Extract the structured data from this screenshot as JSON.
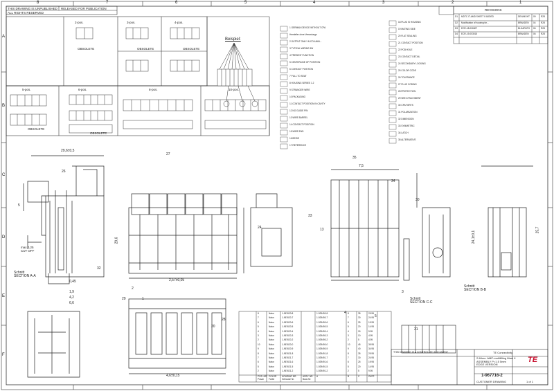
{
  "frame": {
    "col_labels": [
      "8",
      "7",
      "6",
      "5",
      "4",
      "3",
      "2",
      "1"
    ],
    "row_labels": [
      "A",
      "B",
      "C",
      "D",
      "E",
      "F"
    ]
  },
  "sections": {
    "a_a": "Schnitt\nSECTION A-A",
    "b_b": "Schnitt\nSECTION B-B",
    "c_c": "Schnitt\nSECTION C-C",
    "beispiel": "Beispiel:"
  },
  "cutoff": "max 0,25\nCUT OFF",
  "dims": {
    "overall_width": "29,6±0,5",
    "height_29_6": "29,6",
    "d_1_9": "1,9",
    "d_0_45": "0,45",
    "d_4_2": "4,2",
    "d_6_6": "6,6",
    "d_4_6": "4,6±0,15",
    "d_25_7": "25,7",
    "d_24_1": "24,1±0,1",
    "d_7_5": "7,5",
    "d_2_57": "2,57±0,05",
    "d_5": "5"
  },
  "pos_labels": {
    "p2": "2-pos.",
    "p3": "3-pos.",
    "p4": "4-pos.",
    "p5": "5-pos.",
    "p6": "6-pos.",
    "p8": "8-pos.",
    "p10": "10-pos."
  },
  "obsolete": "OBSOLETE",
  "table": {
    "headers": [
      "POS.-NR.\nPosan",
      "COLOR\nFarbe",
      "HOUSING NR.\nGehause Nr.",
      "ASSY. NR.\nBaus Nr.",
      "A",
      "B",
      "C",
      "ZUST."
    ],
    "rows": [
      [
        "8",
        "Natur",
        "1-967620-8",
        "",
        "1-929490-8",
        "8",
        "35",
        "29.55"
      ],
      [
        "7",
        "Natur",
        "1-967620-7",
        "",
        "1-929490-7",
        "7",
        "30",
        "24.95"
      ],
      [
        "6",
        "Natur",
        "1-967620-6",
        "",
        "1-929490-6",
        "6",
        "25",
        "19.95"
      ],
      [
        "5",
        "Natur",
        "1-967620-5",
        "",
        "1-929490-5",
        "5",
        "20",
        "14.95"
      ],
      [
        "4",
        "Natur",
        "1-967620-4",
        "",
        "1-929490-4",
        "4",
        "15",
        "9.95"
      ],
      [
        "3",
        "Natur",
        "1-967620-3",
        "",
        "1-929490-3",
        "3",
        "10",
        "4.95"
      ],
      [
        "2",
        "Natur",
        "1-967620-2",
        "",
        "1-929490-2",
        "2",
        "5",
        "4.95"
      ],
      [
        "10",
        "Natur",
        "1-967620-0",
        "",
        "1-929490-0",
        "10",
        "45",
        "39.95"
      ],
      [
        "9",
        "Natur",
        "1-967620-9",
        "",
        "1-929490-9",
        "9",
        "40",
        "34.95"
      ],
      [
        "8",
        "Natur",
        "1-967621-8",
        "",
        "1-929491-8",
        "8",
        "35",
        "29.95"
      ],
      [
        "7",
        "Natur",
        "1-967621-7",
        "",
        "1-929491-7",
        "7",
        "30",
        "24.95"
      ],
      [
        "6",
        "Natur",
        "1-967621-6",
        "",
        "1-929491-6",
        "6",
        "25",
        "19.95"
      ],
      [
        "5",
        "Natur",
        "1-967621-5",
        "",
        "1-929491-5",
        "5",
        "20",
        "14.95"
      ],
      [
        "2",
        "Natur",
        "1-967621-2",
        "",
        "1-929491-2",
        "2",
        "5",
        "9.95"
      ]
    ]
  },
  "titleblock": {
    "company": "TE Connectivity",
    "logo": "TE",
    "title": "2-Micro. AMP-multilifting Mark II\nASSEMBLY P=1.5 5mm\nEDGE VERSION",
    "drawing_no": "1-967716-2",
    "customer": "CUSTOMER DRAWING",
    "sheet": "1 of 1",
    "controlled": "THIS DRAWING IS A CONTROLLED DOCUMENT"
  },
  "header_boxes": {
    "top_left_1": "THIS DRAWING IS UNPUBLISHED",
    "top_left_2": "RELEASED FOR PUBLICATION",
    "top_left_3": "ALL RIGHTS RESERVED",
    "top_right": "REVISIONS"
  },
  "revisions": [
    [
      "D1",
      "MDTC IT-AMD SHEET 8 ADDED",
      "DEN/MOHT",
      "09",
      "R28"
    ],
    [
      "D2",
      "Modification of housing for...",
      "BRANDEN",
      "04",
      "R28"
    ],
    [
      "D3",
      "ECR-18-026307",
      "BLHARUTH",
      "06",
      "R28"
    ],
    [
      "D4",
      "ECR-19-003015",
      "BRANDEN",
      "06",
      "R28"
    ]
  ],
  "notes": [
    "1  GERMAN DEVICE WITHOUT CPA",
    "   Hersteller ohne Verrastungs",
    "2  OUTPUT ONLY IN COLUMN...",
    "3  TYPICAL WIRING 3W",
    "4  PRESENT FUNCTION",
    "5  CENTERLINE OF POSITION",
    "6  CONTACT POSITION",
    "7  PULL TO SEAT",
    "8  HOUSING SERIES 1.2",
    "9  STRANGER WIRE",
    "10 PACKAGING",
    "11 CONTACT POSITION IN CAVITY",
    "12 NO GUIDE PIN",
    "13 WIRE BARREL",
    "14 CONTACT POSITION",
    "15 WIRE END",
    "16 BEIDE",
    "17 REFERENCE"
  ],
  "notes_right": [
    "18 PLUG IS HOUSING",
    "19 MATING SIDE",
    "20 FLAT SEALING",
    "21 CONTACT POSITION",
    "22 PCB HOLE",
    "23 CONTACT DETAIL",
    "24 SECONDARY LOCKING",
    "25 COLOR CODE",
    "26 TOLERANCE",
    "27 PLUG CODING",
    "28 PROTECTION",
    "29 SEE ATTACHMENT",
    "30 CPA PARTS",
    "31 POLARIZATION",
    "32 DIMENSION",
    "33 SYMMETRIC",
    "34 LATCH",
    "35 ALTERNATIVE"
  ],
  "callouts": [
    "27",
    "26",
    "32",
    "24",
    "29",
    "13",
    "33",
    "35",
    "34",
    "30",
    "31",
    "4",
    "5",
    "20",
    "28",
    "1",
    "2",
    "3"
  ]
}
